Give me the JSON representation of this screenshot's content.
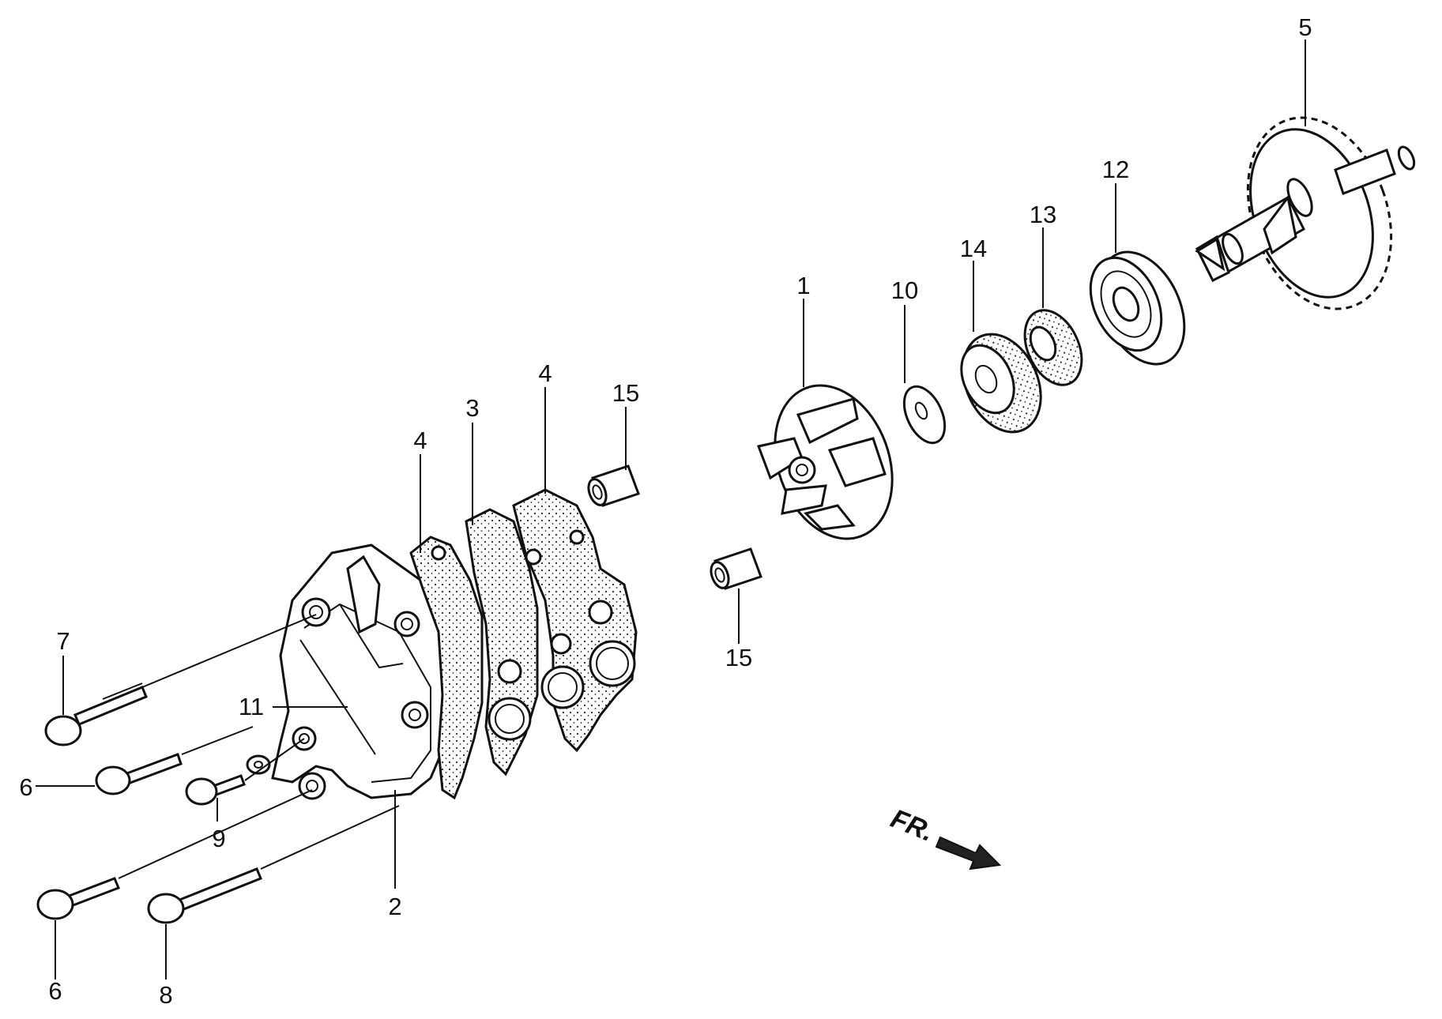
{
  "diagram": {
    "callouts": {
      "p1": "1",
      "p2": "2",
      "p3": "3",
      "p4a": "4",
      "p4b": "4",
      "p5": "5",
      "p6a": "6",
      "p6b": "6",
      "p7": "7",
      "p8": "8",
      "p9": "9",
      "p10": "10",
      "p11": "11",
      "p12": "12",
      "p13": "13",
      "p14": "14",
      "p15a": "15",
      "p15b": "15"
    },
    "direction_label": "FR."
  }
}
